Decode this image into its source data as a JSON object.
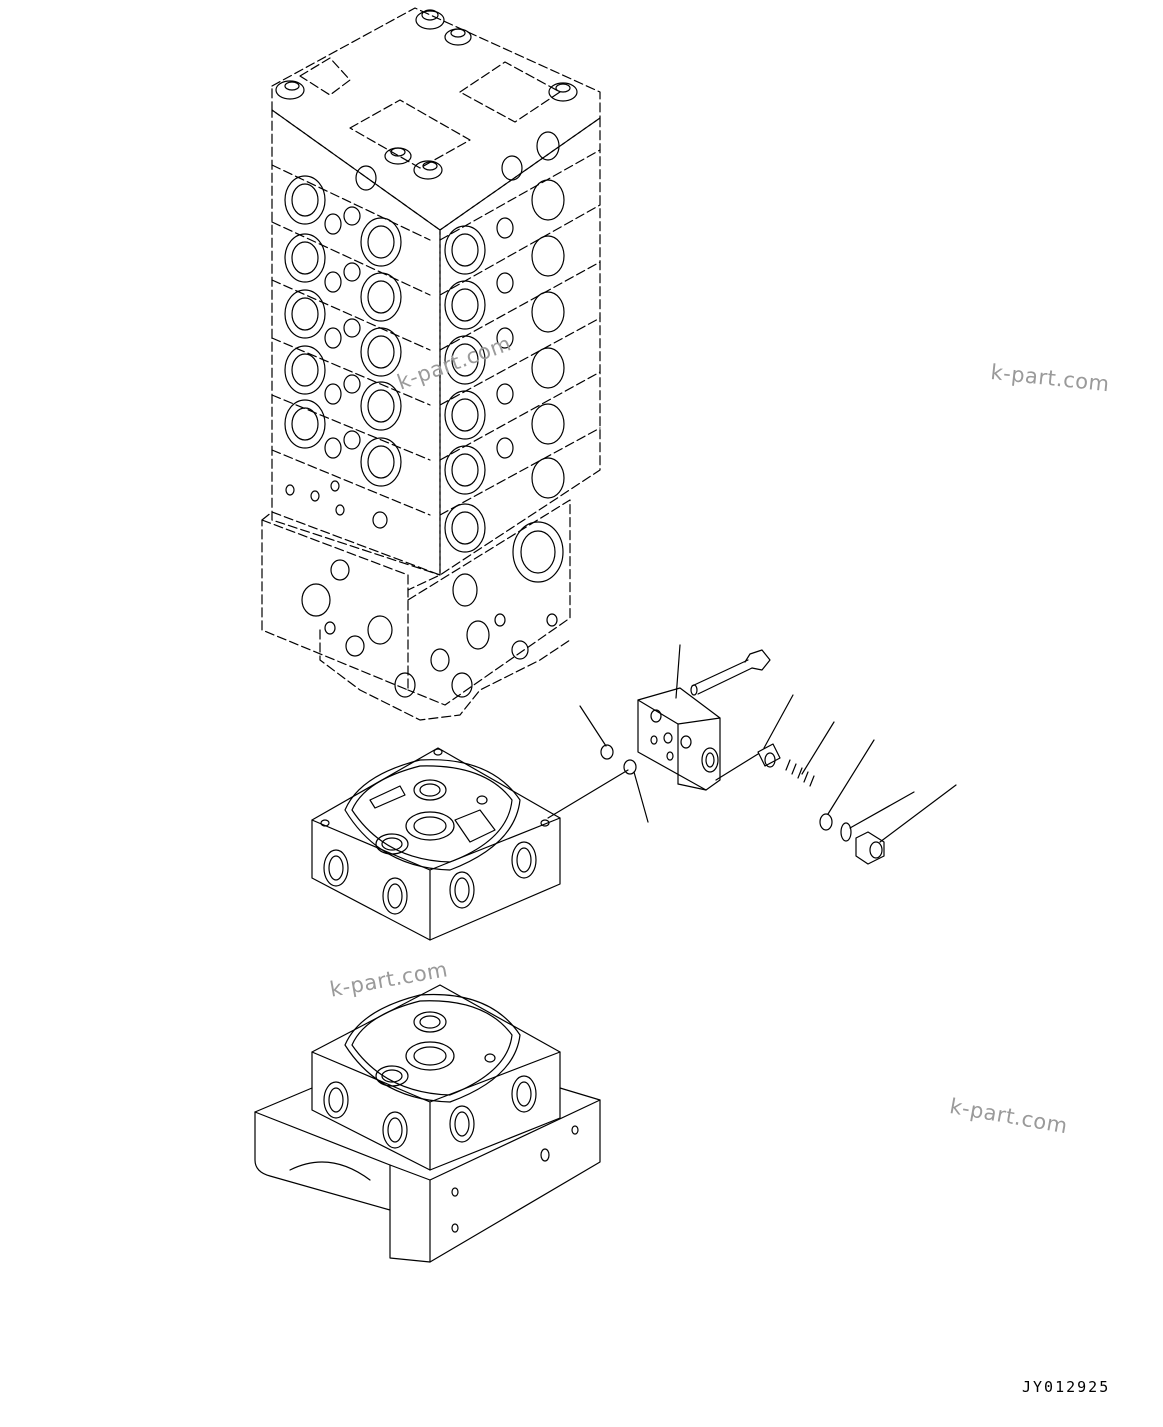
{
  "watermarks": [
    "k-part.com",
    "k-part.com",
    "k-part.com",
    "k-part.com"
  ],
  "drawing_code": "JY012925"
}
